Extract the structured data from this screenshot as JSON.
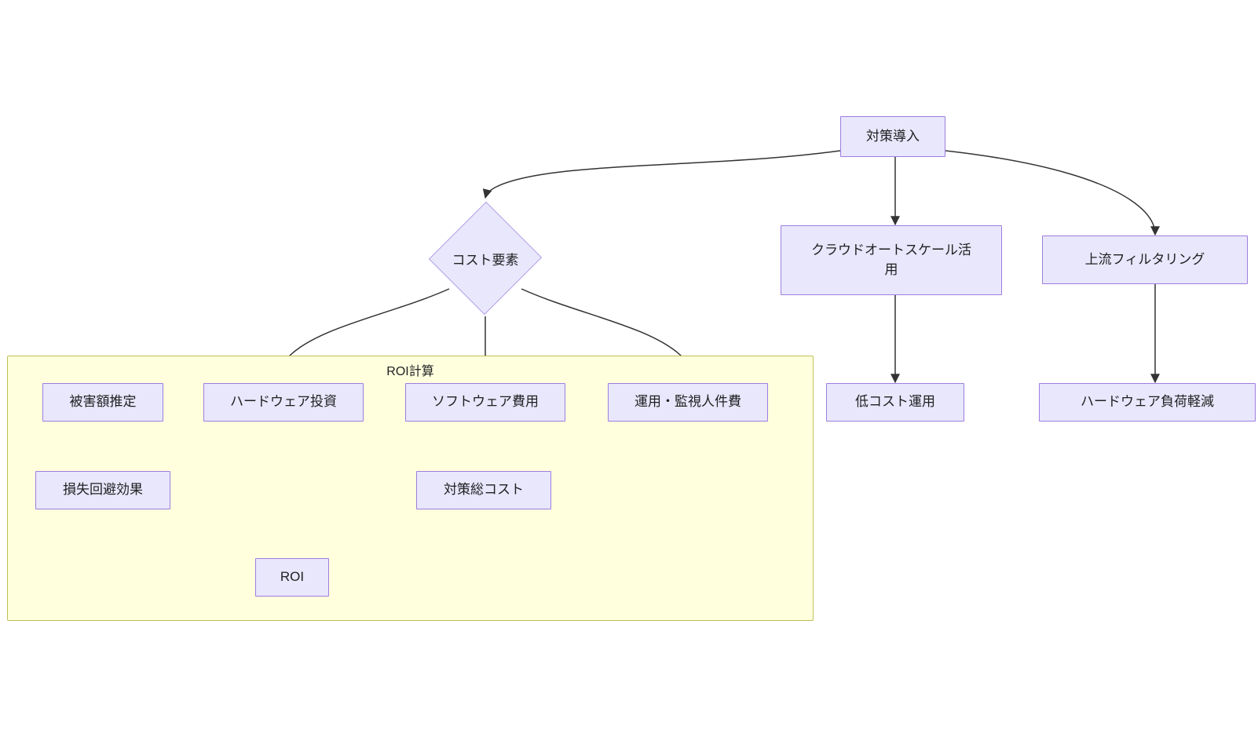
{
  "diagram": {
    "type": "flowchart",
    "title_visible": false,
    "background": "#ffffff",
    "node_fill": "#e8e7fb",
    "node_stroke": "#9d7ee0",
    "edge_stroke": "#333333",
    "cluster_fill": "#ffffde",
    "cluster_stroke": "#bfbf5b",
    "text_color": "#1f1f22"
  },
  "cluster": {
    "id": "roi-calc",
    "label": "ROI計算"
  },
  "nodes": {
    "countermeasure": {
      "id": "A",
      "label": "対策導入",
      "shape": "rect"
    },
    "cost_factor": {
      "id": "B",
      "label": "コスト要素",
      "shape": "diamond"
    },
    "cloud_autoscale": {
      "id": "C",
      "label": "クラウドオートスケール活\n用",
      "shape": "rect"
    },
    "upstream_filter": {
      "id": "D",
      "label": "上流フィルタリング",
      "shape": "rect"
    },
    "low_cost_ops": {
      "id": "E",
      "label": "低コスト運用",
      "shape": "rect"
    },
    "hw_load_reduce": {
      "id": "F",
      "label": "ハードウェア負荷軽減",
      "shape": "rect"
    },
    "damage_estimate": {
      "id": "G",
      "label": "被害額推定",
      "shape": "rect"
    },
    "loss_avoidance": {
      "id": "H",
      "label": "損失回避効果",
      "shape": "rect"
    },
    "hw_investment": {
      "id": "I",
      "label": "ハードウェア投資",
      "shape": "rect"
    },
    "sw_cost": {
      "id": "J",
      "label": "ソフトウェア費用",
      "shape": "rect"
    },
    "ops_labor_cost": {
      "id": "K",
      "label": "運用・監視人件費",
      "shape": "rect"
    },
    "total_cost": {
      "id": "L",
      "label": "対策総コスト",
      "shape": "rect"
    },
    "roi": {
      "id": "M",
      "label": "ROI",
      "shape": "rect"
    }
  },
  "edges": [
    {
      "from": "対策導入",
      "to": "コスト要素"
    },
    {
      "from": "対策導入",
      "to": "クラウドオートスケール活用"
    },
    {
      "from": "対策導入",
      "to": "上流フィルタリング"
    },
    {
      "from": "クラウドオートスケール活用",
      "to": "低コスト運用"
    },
    {
      "from": "上流フィルタリング",
      "to": "ハードウェア負荷軽減"
    },
    {
      "from": "コスト要素",
      "to": "ハードウェア投資"
    },
    {
      "from": "コスト要素",
      "to": "ソフトウェア費用"
    },
    {
      "from": "コスト要素",
      "to": "運用・監視人件費"
    },
    {
      "from": "被害額推定",
      "to": "損失回避効果"
    },
    {
      "from": "ハードウェア投資",
      "to": "対策総コスト"
    },
    {
      "from": "ソフトウェア費用",
      "to": "対策総コスト"
    },
    {
      "from": "運用・監視人件費",
      "to": "対策総コスト"
    },
    {
      "from": "損失回避効果",
      "to": "ROI"
    },
    {
      "from": "対策総コスト",
      "to": "ROI"
    }
  ]
}
